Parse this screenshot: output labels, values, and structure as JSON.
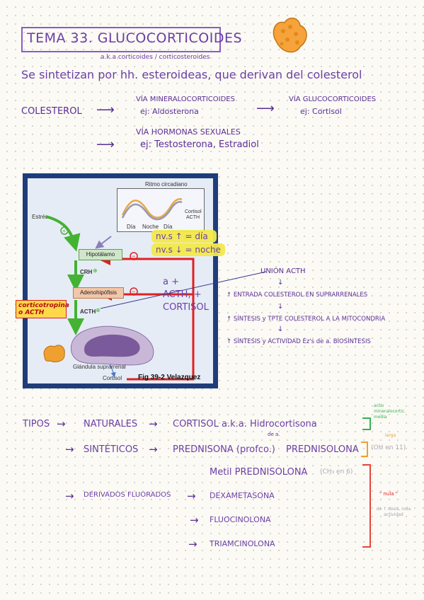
{
  "title": "TEMA 33. GLUCOCORTICOIDES",
  "subtitle": "a.k.a corticoides / corticosteroides",
  "intro": "Se sintetizan por hh. esteroideas, que derivan del colesterol",
  "pathway": {
    "source": "COLESTEROL",
    "mineral_title": "VÍA MINERALOCORTICOIDES",
    "mineral_example": "ej: Aldosterona",
    "gluco_title": "VÍA GLUCOCORTICOIDES",
    "gluco_example": "ej: Cortisol",
    "sexual_title": "VÍA HORMONAS SEXUALES",
    "sexual_example": "ej: Testosterona, Estradiol"
  },
  "figure": {
    "circadian_title": "Ritmo circadiano",
    "legend_cortisol": "Cortisol",
    "legend_acth": "ACTH",
    "axis_labels": [
      "Día",
      "Noche",
      "Día"
    ],
    "stress": "Estrés",
    "hypothalamus": "Hipotálamo",
    "crh": "CRH",
    "adenohypophysis": "Adenohipófisis",
    "acth": "ACTH",
    "gland": "Glándula suprarrenal",
    "cortisol": "Cortisol",
    "caption": "Fig 39-2 Velazquez",
    "plus": "⊕",
    "minus": "⊖"
  },
  "notes": {
    "day": "nv.s ↑ = día",
    "night": "nv.s ↓ = noche",
    "feedback": "a + ACTH, + CORTISOL",
    "corticotropina": "corticotropina o ACTH"
  },
  "acth_union": {
    "head": "UNIÓN ACTH",
    "step1": "↑ ENTRADA COLESTEROL EN SUPRARRENALES",
    "step2": "↑ SÍNTESIS y TPTE COLESTEROL A LA MITOCONDRIA",
    "step3": "↑ SÍNTESIS y ACTIVIDAD Ez's de a. BIOSÍNTESIS"
  },
  "tipos": {
    "label": "TIPOS",
    "naturales": "NATURALES",
    "cortisol": "CORTISOL a.k.a. Hidrocortisona",
    "cortisol_note": "activ mineralocortic. media",
    "sinteticos": "SINTÉTICOS",
    "prednisona": "PREDNISONA (profco.)",
    "de_a": "de a.",
    "prednisolona": "PREDNISOLONA",
    "prednisolona_note": "(OH en 11)",
    "prednisolona_tag": "larga",
    "metil": "Metil PREDNISOLONA",
    "metil_note": "(CH₃ en 6)",
    "fluorados": "DERIVADOS FLUORADOS",
    "dexa": "DEXAMETASONA",
    "fluocino": "FLUOCINOLONA",
    "triamcino": "TRIAMCINOLONA",
    "nula": "\" nula \"",
    "nula_note": "de ↑ dosis, nula actividad"
  },
  "colors": {
    "ink": "#6b3fa6",
    "red_arrow": "#e02020",
    "green_arrow": "#44b233",
    "highlight": "#f2e94a",
    "figure_frame": "#1e3d7a"
  }
}
